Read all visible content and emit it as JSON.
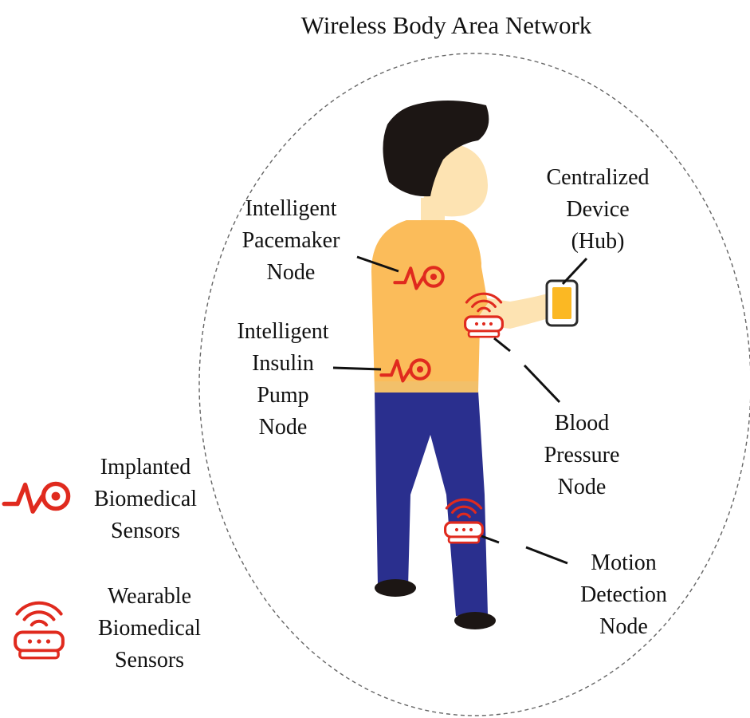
{
  "title": "Wireless Body Area Network",
  "nodes": {
    "pacemaker": [
      "Intelligent",
      "Pacemaker",
      "Node"
    ],
    "insulin": [
      "Intelligent",
      "Insulin",
      "Pump",
      "Node"
    ],
    "hub": [
      "Centralized",
      "Device",
      "(Hub)"
    ],
    "blood_pressure": [
      "Blood",
      "Pressure",
      "Node"
    ],
    "motion": [
      "Motion",
      "Detection",
      "Node"
    ]
  },
  "legend": {
    "implanted": [
      "Implanted",
      "Biomedical",
      "Sensors"
    ],
    "wearable": [
      "Wearable",
      "Biomedical",
      "Sensors"
    ]
  },
  "colors": {
    "sensor_red": "#e02a1e",
    "shirt": "#fbbc5a",
    "pants": "#2a2f8e",
    "hair": "#1c1614",
    "skin": "#fde3b2",
    "phone_screen": "#fbb823",
    "boundary": "#666666"
  },
  "icons": {
    "implanted": "pulse-sensor-icon",
    "wearable": "wireless-sensor-icon",
    "hub": "smartphone-icon"
  }
}
